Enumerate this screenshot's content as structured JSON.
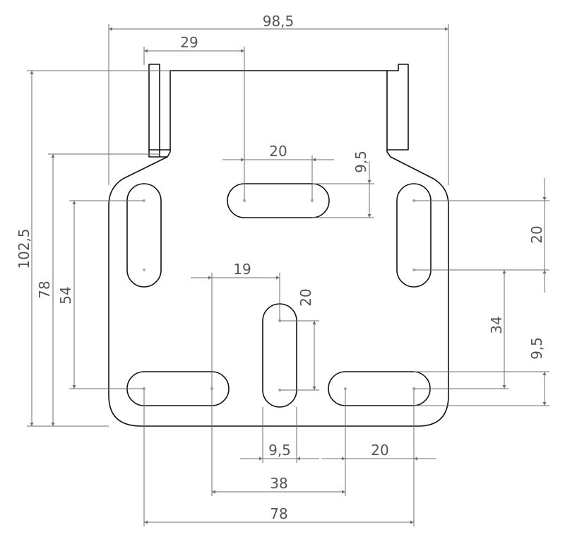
{
  "dimensions": {
    "overall_width": "98,5",
    "top_offset": "29",
    "top_slot_length": "20",
    "top_slot_width": "9,5",
    "overall_height": "102,5",
    "height_78": "78",
    "height_54": "54",
    "right_slot_length": "20",
    "center_offset": "19",
    "center_slot_length": "20",
    "vertical_34": "34",
    "bottom_right_slot_width": "9,5",
    "center_slot_width": "9,5",
    "bottom_right_slot_length": "20",
    "span_38": "38",
    "bottom_span_78": "78"
  }
}
